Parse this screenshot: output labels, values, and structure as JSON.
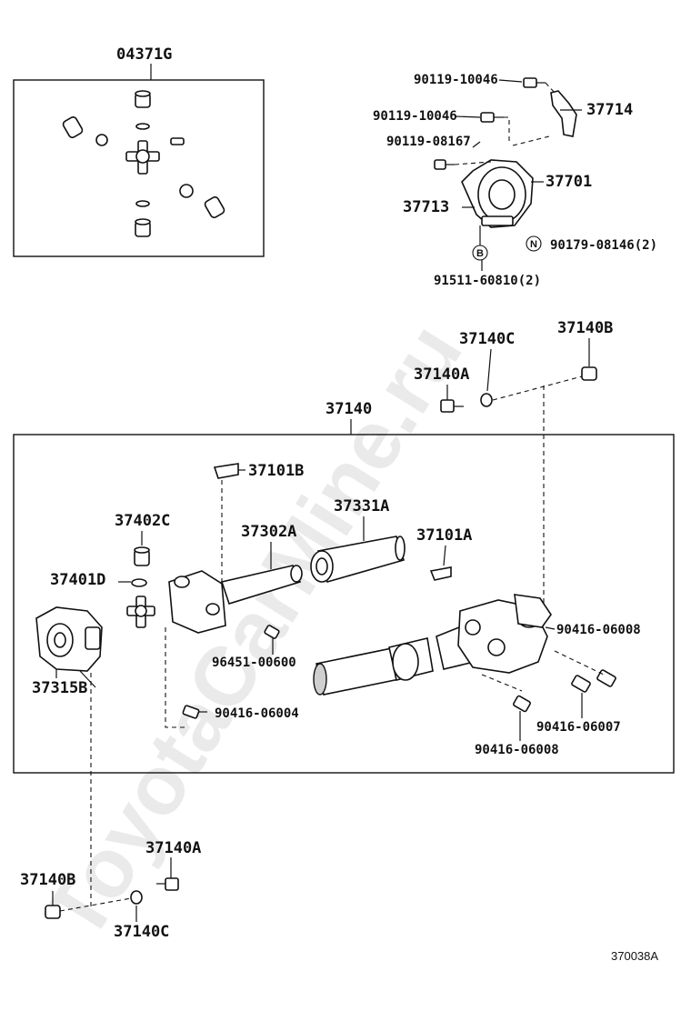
{
  "watermark": "ToyotaCarMine.ru",
  "diagram_code": "370038A",
  "callouts": {
    "kit": "04371G",
    "bolt_a": "90119-10046",
    "bolt_b": "90119-10046",
    "bolt_c": "90119-08167",
    "bracket": "37714",
    "center_bearing": "37701",
    "bearing_cushion": "37713",
    "bolt_b_ref": "91511-60810(2)",
    "nut_ref": "90179-08146(2)",
    "marker_b": "B",
    "marker_n": "N",
    "assembly": "37140",
    "washer_top": "37140C",
    "nut_top": "37140B",
    "bolt_top": "37140A",
    "weight": "37101B",
    "dust_cover": "37331A",
    "tube_yoke": "37302A",
    "weight_2": "37101A",
    "bearing_cup": "37402C",
    "snap_ring": "37401D",
    "flange_yoke": "37315B",
    "grease_fitting": "96451-00600",
    "fitting_a": "90416-06004",
    "fitting_b": "90416-06008",
    "fitting_c": "90416-06007",
    "fitting_d": "90416-06008",
    "bolt_bottom": "37140A",
    "nut_bottom": "37140B",
    "washer_bottom": "37140C"
  }
}
